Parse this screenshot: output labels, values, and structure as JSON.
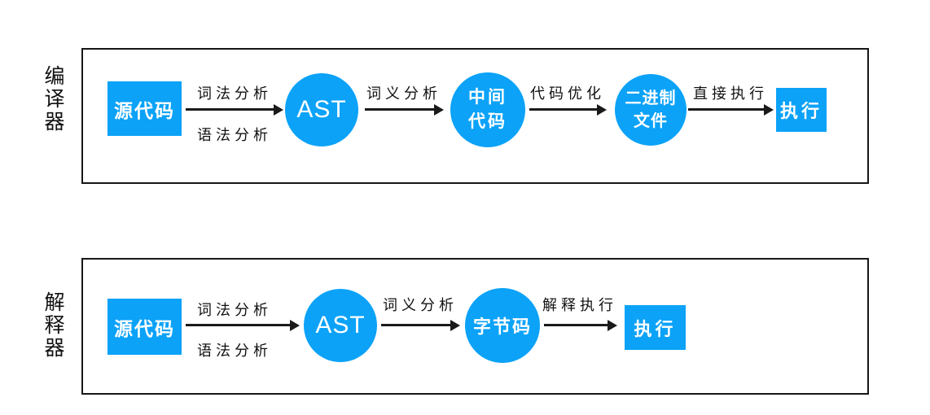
{
  "colors": {
    "node_fill": "#0ba2f8",
    "node_text": "#ffffff",
    "line": "#1a1a1a",
    "background": "#ffffff"
  },
  "compiler": {
    "side_label": "编译器",
    "source": "源代码",
    "edge_lexical": "词法分析",
    "edge_syntax": "语法分析",
    "ast": "AST",
    "edge_semantic": "词义分析",
    "intermediate_line1": "中间",
    "intermediate_line2": "代码",
    "edge_optimize": "代码优化",
    "binary_line1": "二进制",
    "binary_line2": "文件",
    "edge_direct": "直接执行",
    "execute": "执行"
  },
  "interpreter": {
    "side_label": "解释器",
    "source": "源代码",
    "edge_lexical": "词法分析",
    "edge_syntax": "语法分析",
    "ast": "AST",
    "edge_semantic": "词义分析",
    "bytecode": "字节码",
    "edge_interpret": "解释执行",
    "execute": "执行"
  }
}
